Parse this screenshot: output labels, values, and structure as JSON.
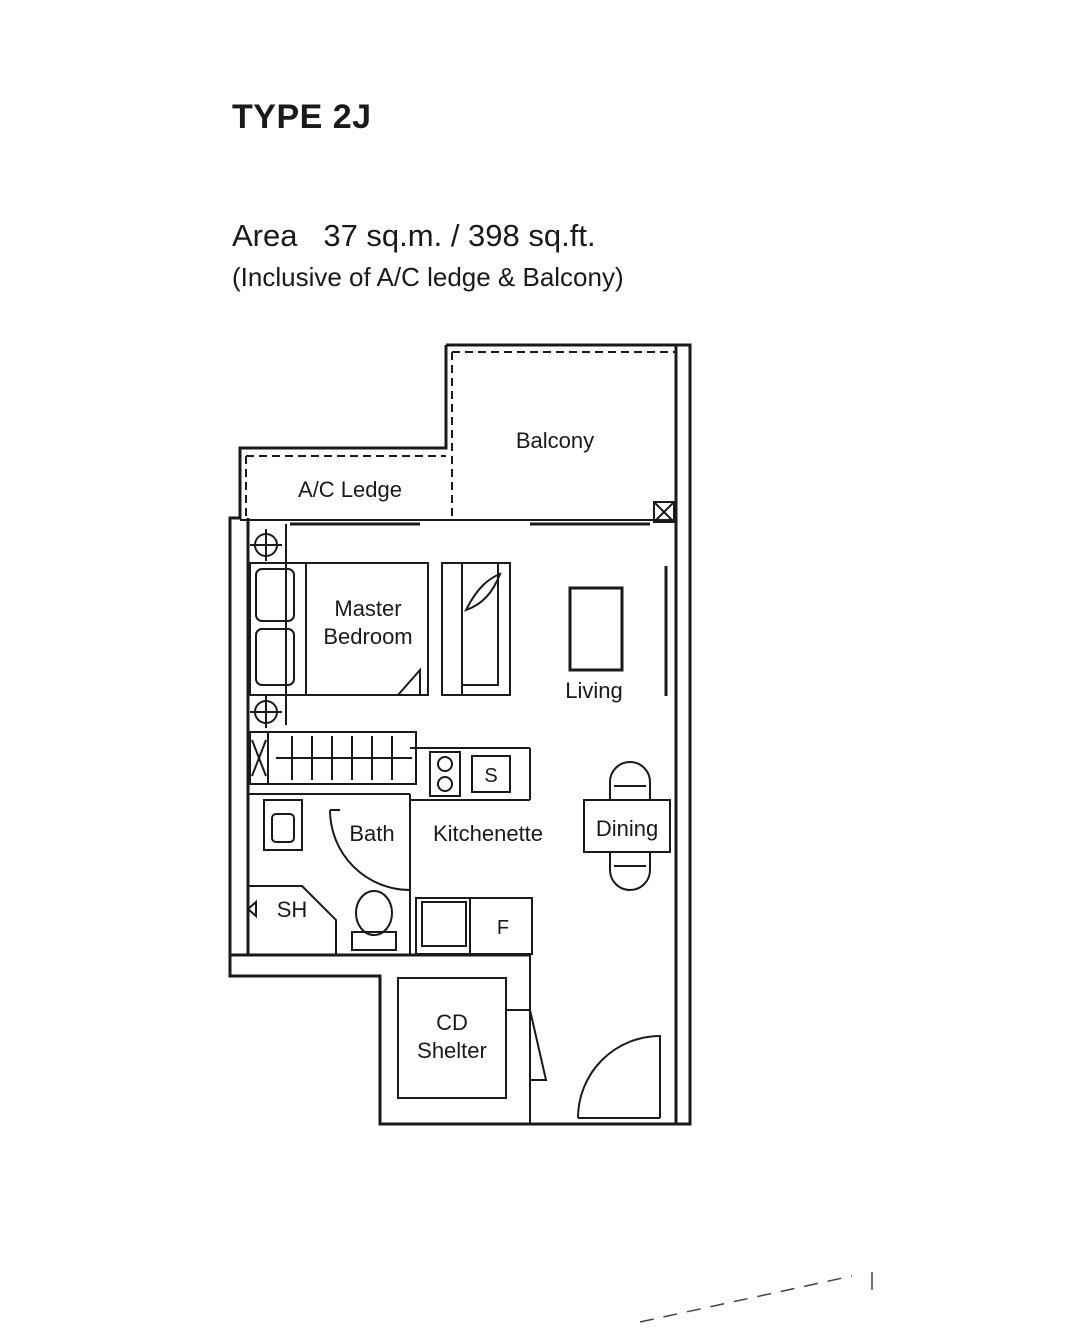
{
  "header": {
    "type_title": "TYPE 2J",
    "area_label": "Area",
    "area_value": "37 sq.m. / 398 sq.ft.",
    "area_note": "(Inclusive of A/C ledge & Balcony)"
  },
  "rooms": {
    "balcony": "Balcony",
    "ac_ledge": "A/C Ledge",
    "master_line1": "Master",
    "master_line2": "Bedroom",
    "living": "Living",
    "sink": "S",
    "bath": "Bath",
    "kitchenette": "Kitchenette",
    "dining": "Dining",
    "shower": "SH",
    "fridge": "F",
    "cd_line1": "CD",
    "cd_line2": "Shelter"
  }
}
